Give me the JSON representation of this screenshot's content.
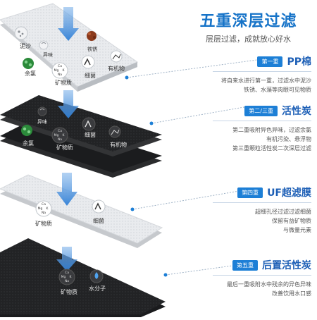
{
  "header": {
    "title": "五重深层过滤",
    "subtitle": "层层过滤，成就放心好水"
  },
  "stages": [
    {
      "badge": "第一重",
      "name": "PP棉",
      "desc": [
        "将自来水进行第一重，过滤水中泥沙",
        "铁锈、水藻等肉眼可见物质"
      ],
      "labels": [
        "泥沙",
        "异味",
        "铁锈",
        "余氯",
        "矿物质",
        "细菌",
        "有机物"
      ]
    },
    {
      "badge": "第二/三重",
      "name": "活性炭",
      "desc": [
        "第二重吸附异色异味，过滤余氯",
        "有机污染、悬浮物",
        "第三重颗粒活性炭二次深层过滤"
      ],
      "labels": [
        "异味",
        "细菌",
        "余氯",
        "矿物质",
        "有机物"
      ]
    },
    {
      "badge": "第四重",
      "name": "UF超滤膜",
      "desc": [
        "超细孔径过滤过滤细菌",
        "保留有益矿物质",
        "与微量元素"
      ],
      "labels": [
        "矿物质",
        "细菌"
      ]
    },
    {
      "badge": "第五重",
      "name": "后置活性炭",
      "desc": [
        "最后一重吸附水中残余的异色异味",
        "改善饮用水口感"
      ],
      "labels": [
        "矿物质",
        "水分子"
      ]
    }
  ],
  "mineral_formula": {
    "line1": "Ca",
    "line2": "Mg",
    "line3": "K",
    "line4": "Na"
  },
  "colors": {
    "accent": "#1d7fd6",
    "title": "#1673c8",
    "layer_light": "#e7e9ec",
    "layer_dark": "#1f2022",
    "arrow": "#5b9be0"
  },
  "icons": [
    "sand-icon",
    "odor-icon",
    "rust-icon",
    "chlorine-icon",
    "mineral-icon",
    "bacteria-icon",
    "organic-icon",
    "water-drop-icon",
    "flow-arrow-icon"
  ]
}
